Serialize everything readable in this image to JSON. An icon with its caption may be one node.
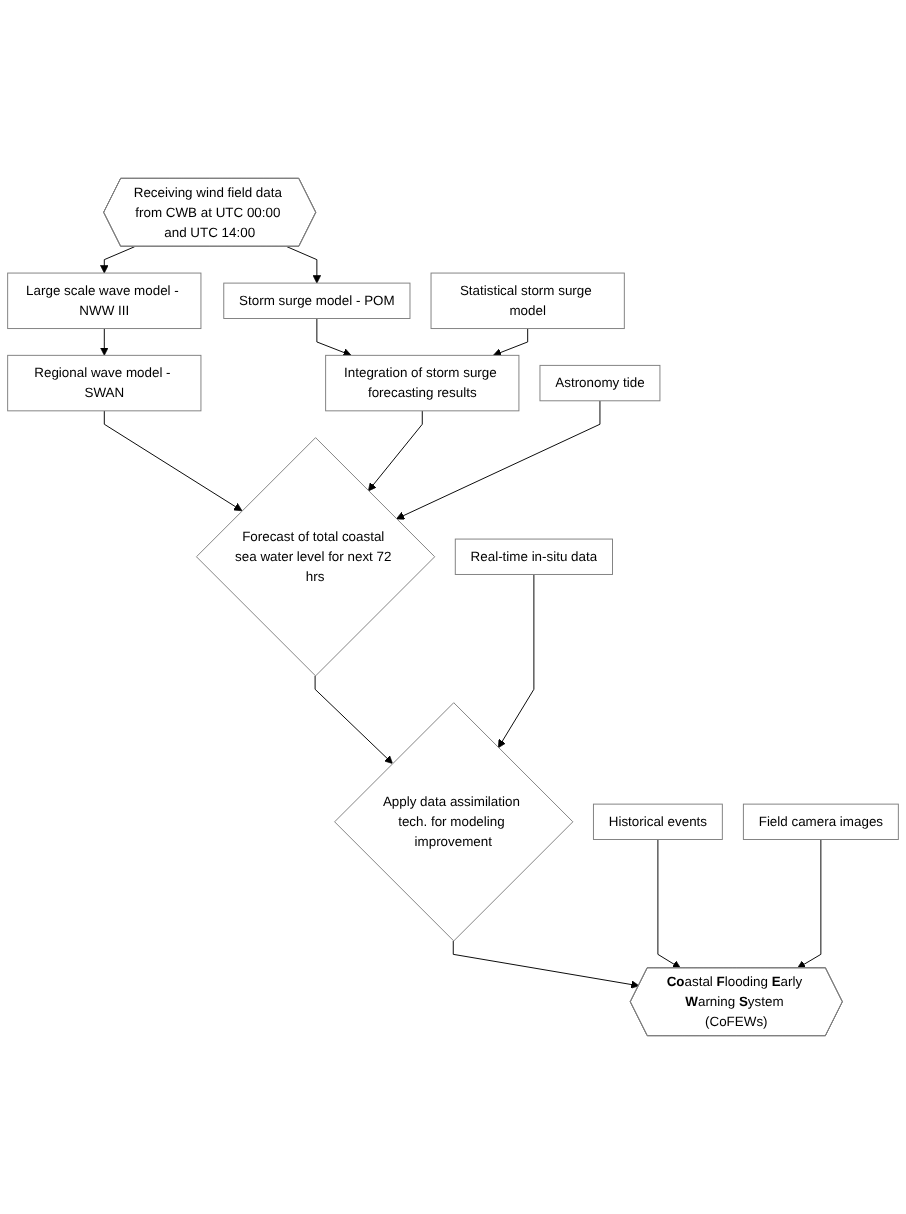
{
  "diagram": {
    "nodes": [
      {
        "text": [
          "Receiving wind field data from CWB at UTC 00:00 and UTC 14:00"
        ]
      },
      {
        "text": [
          "Large scale wave model - NWW III"
        ]
      },
      {
        "text": [
          "Storm surge model - POM"
        ]
      },
      {
        "text": [
          "Regional wave model - SWAN"
        ]
      },
      {
        "text": [
          "Integration of storm surge forecasting results"
        ]
      },
      {
        "text": [
          "Statistical storm surge model"
        ]
      },
      {
        "text": [
          "Astronomy tide"
        ]
      },
      {
        "text": [
          "Forecast of total coastal sea water level for next 72 hrs"
        ]
      },
      {
        "text": [
          "Real-time in-situ data"
        ]
      },
      {
        "text": [
          "Apply data assimilation tech. for modeling improvement"
        ]
      },
      {
        "text": [
          "Historical events"
        ]
      },
      {
        "text": [
          "**Co**astal **F**looding **E**arly **W**arning **S**ystem (CoFEWs)"
        ]
      },
      {
        "text": [
          "Field camera images"
        ]
      }
    ],
    "edges": [
      {
        "from": 0,
        "to": 1,
        "arrow": "to"
      },
      {
        "from": 0,
        "to": 2,
        "arrow": "to"
      },
      {
        "from": 1,
        "to": 3,
        "arrow": "to"
      },
      {
        "from": 2,
        "to": 4,
        "arrow": "to"
      },
      {
        "from": 5,
        "to": 4,
        "arrow": "to"
      },
      {
        "from": 3,
        "to": 7,
        "arrow": "to"
      },
      {
        "from": 4,
        "to": 7,
        "arrow": "to"
      },
      {
        "from": 6,
        "to": 7,
        "arrow": "to"
      },
      {
        "from": 7,
        "to": 9,
        "arrow": "to"
      },
      {
        "from": 8,
        "to": 9,
        "arrow": "to"
      },
      {
        "from": 9,
        "to": 11,
        "arrow": "to"
      },
      {
        "from": 10,
        "to": 11,
        "arrow": "to"
      },
      {
        "from": 12,
        "to": 11,
        "arrow": "to"
      }
    ]
  }
}
